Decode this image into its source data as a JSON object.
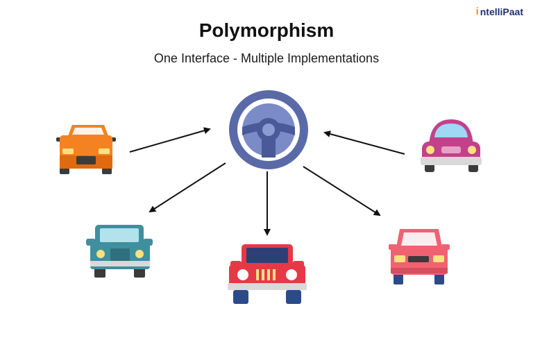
{
  "header": {
    "title": "Polymorphism",
    "subtitle": "One Interface - Multiple Implementations"
  },
  "logo": {
    "text": "ntelliPaat",
    "mark": "i",
    "icon": "intellipaat-logo"
  },
  "diagram": {
    "center": {
      "icon": "steering-wheel-icon",
      "color": "#5a6aa8"
    },
    "nodes": [
      {
        "id": "orange-car",
        "icon": "car-icon",
        "color": "#f58220"
      },
      {
        "id": "purple-beetle",
        "icon": "car-icon",
        "color": "#c2418a"
      },
      {
        "id": "teal-jeep",
        "icon": "jeep-icon",
        "color": "#3f8f9e"
      },
      {
        "id": "red-jeep",
        "icon": "jeep-icon",
        "color": "#e63946"
      },
      {
        "id": "pink-car",
        "icon": "car-icon",
        "color": "#f06272"
      }
    ],
    "edges": [
      {
        "from": "orange-car",
        "to": "center"
      },
      {
        "from": "purple-beetle",
        "to": "center"
      },
      {
        "from": "center",
        "to": "teal-jeep"
      },
      {
        "from": "center",
        "to": "red-jeep"
      },
      {
        "from": "center",
        "to": "pink-car"
      }
    ]
  }
}
